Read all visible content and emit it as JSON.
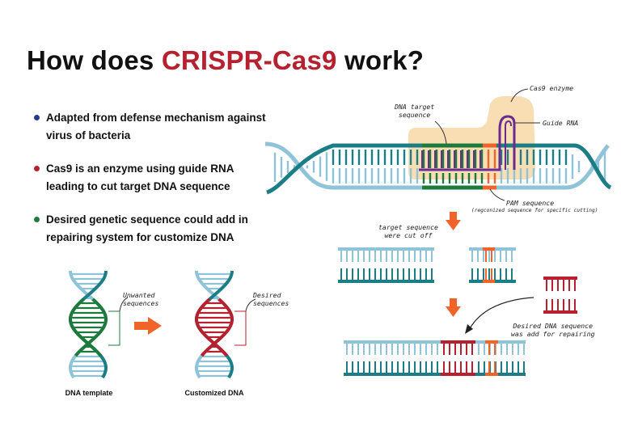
{
  "title": {
    "prefix": "How does ",
    "highlight": "CRISPR-Cas9",
    "suffix": " work?"
  },
  "bullets": [
    {
      "text": "Adapted from defense mechanism against virus of bacteria",
      "color": "#2b3990"
    },
    {
      "text": "Cas9 is an enzyme using guide RNA leading to cut  target DNA sequence",
      "color": "#b5212e"
    },
    {
      "text": "Desired genetic sequence could add in repairing system for customize DNA",
      "color": "#1e7a3c"
    }
  ],
  "labels": {
    "dna_target": "DNA target\nsequence",
    "cas9_enzyme": "Cas9 enzyme",
    "guide_rna": "Guide RNA",
    "pam_sequence": "PAM sequence",
    "pam_note": "(regconized sequence for specific cutting)",
    "cut_off": "target sequence\nwere cut off",
    "desired_dna": "Desired DNA sequence\nwas add for repairing",
    "unwanted": "Unwanted\nsequences",
    "desired": "Desired\nsequences",
    "dna_template": "DNA template",
    "customized_dna": "Customized DNA"
  },
  "colors": {
    "light_strand": "#8fc3d8",
    "dark_strand": "#1b7d86",
    "green": "#1e7a3c",
    "red": "#b5212e",
    "orange": "#f0642a",
    "purple": "#6a2c91",
    "enzyme": "#f9ddb3"
  }
}
